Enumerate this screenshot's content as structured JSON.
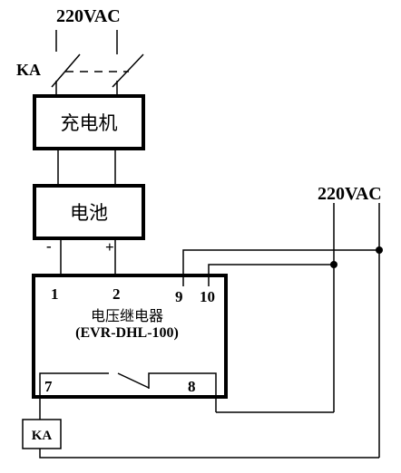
{
  "supply_top": "220VAC",
  "supply_right": "220VAC",
  "relay_contact_label": "KA",
  "relay_coil_label": "KA",
  "charger_label": "充电机",
  "battery_label": "电池",
  "battery_neg": "-",
  "battery_pos": "+",
  "relay_name": "电压继电器",
  "relay_model": "(EVR-DHL-100)",
  "pin_1": "1",
  "pin_2": "2",
  "pin_9": "9",
  "pin_10": "10",
  "pin_7": "7",
  "pin_8": "8"
}
